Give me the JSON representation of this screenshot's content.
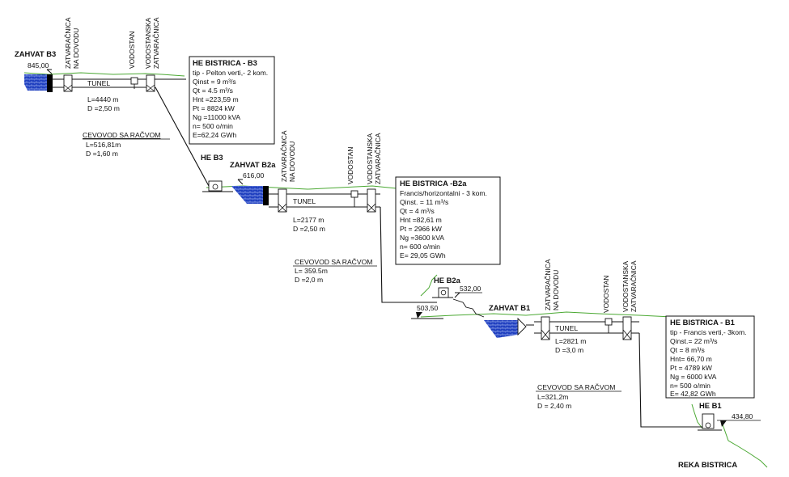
{
  "stations": {
    "b3": {
      "intake": {
        "name": "ZAHVAT B3",
        "elevation": "845,00"
      },
      "gate_intake": [
        "ZATVARAČNICA",
        "NA DOVODU"
      ],
      "surge_tank": "VODOSTAN",
      "gate_surge": [
        "VODOSTANSKA",
        "ZATVARAČNICA"
      ],
      "tunnel": {
        "label": "TUNEL",
        "length": "L=4440 m",
        "diameter": "D =2,50 m"
      },
      "penstock": {
        "label": "CEVOVOD SA RAČVOM",
        "length": "L=516,81m",
        "diameter": "D =1,60 m"
      },
      "plant_label": "HE B3",
      "info": {
        "title": "HE BISTRICA - B3",
        "lines": [
          "tip - Pelton verti,- 2 kom.",
          "Qinst =  9 m³/s",
          "Qt =  4.5 m³/s",
          "Hnt =223,59 m",
          "Pt = 8824 kW",
          "Ng =11000 kVA",
          "n= 500 o/min",
          "E=62,24 GWh"
        ]
      }
    },
    "b2a": {
      "intake": {
        "name": "ZAHVAT B2a",
        "elevation": "616,00"
      },
      "gate_intake": [
        "ZATVARAČNICA",
        "NA DOVODU"
      ],
      "surge_tank": "VODOSTAN",
      "gate_surge": [
        "VODOSTANSKA",
        "ZATVARAČNICA"
      ],
      "tunnel": {
        "label": "TUNEL",
        "length": "L=2177 m",
        "diameter": "D =2,50 m"
      },
      "penstock": {
        "label": "CEVOVOD SA RAČVOM",
        "length": "L= 359.5m",
        "diameter": "D =2,0 m"
      },
      "plant_label": "HE B2a",
      "plant_elevation": "503,50",
      "intake_b1_elevation": "532,00",
      "info": {
        "title": "HE BISTRICA -B2a",
        "lines": [
          "Francis/horizontalni - 3 kom.",
          "Qinst. = 11 m³/s",
          "Qt = 4 m³/s",
          "Hnt =82,61 m",
          "Pt = 2966 kW",
          "Ng =3600 kVA",
          "n= 600 o/min",
          "E= 29,05 GWh"
        ]
      }
    },
    "b1": {
      "intake": {
        "name": "ZAHVAT B1"
      },
      "gate_intake": [
        "ZATVARAČNICA",
        "NA DOVODU"
      ],
      "surge_tank": "VODOSTAN",
      "gate_surge": [
        "VODOSTANSKA",
        "ZATVARAČNICA"
      ],
      "tunnel": {
        "label": "TUNEL",
        "length": "L=2821 m",
        "diameter": "D =3,0 m"
      },
      "penstock": {
        "label": "CEVOVOD SA RAČVOM",
        "length": "L=321,2m",
        "diameter": "D = 2,40 m"
      },
      "plant_label": "HE B1",
      "plant_elevation": "434,80",
      "info": {
        "title": "HE BISTRICA - B1",
        "lines": [
          "tip - Francis verti,- 3kom.",
          "Qinst.= 22 m³/s",
          "Qt = 8 m³/s",
          "Hnt= 66,70 m",
          "Pt = 4789 kW",
          "Ng = 6000 kVA",
          "n= 500 o/min",
          "E= 42,82 GWh"
        ]
      }
    }
  },
  "river": "REKA BISTRICA",
  "colors": {
    "line": "#111111",
    "terrain": "#4aa832",
    "water": "#1f3fbf",
    "water_line": "#9fb2f0",
    "dark_block": "#000000"
  }
}
